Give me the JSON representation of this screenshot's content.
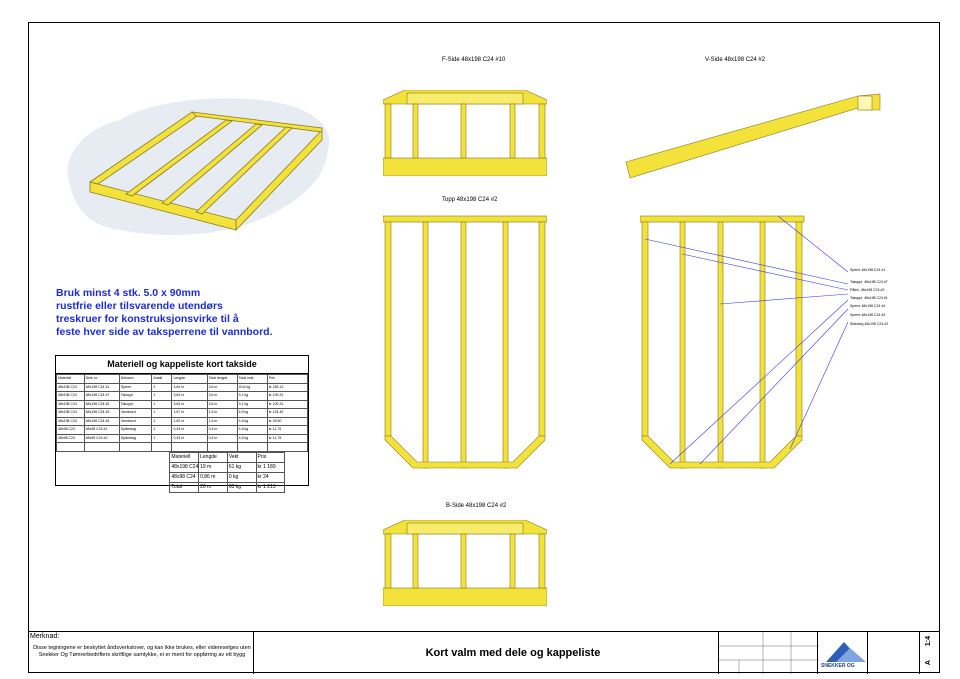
{
  "views": {
    "f_side": "F-Side 48x198 C24 #10",
    "v_side": "V-Side 48x198 C24 #2",
    "topp": "Topp 48x198 C24 #2",
    "b_side": "B-Side 48x198 C24 #2"
  },
  "callouts": [
    "Sperre 48x198 C24 #1",
    "Takoppl. 48x198 C24 #7",
    "Pålek. 48x198 C24 #2",
    "Takoppl. 48x198 C24 #1",
    "Sperre 48x198 C24 #4",
    "Sperre 48x198 C24 #3",
    "Sideweg 48x198 C24 #2"
  ],
  "note_lines": [
    "Bruk minst 4 stk. 5.0 x 90mm",
    "rustfrie eller tilsvarende utendørs",
    "treskruer for konstruksjonsvirke til å",
    "feste hver side av taksperrene til vannbord."
  ],
  "material_table": {
    "title": "Materiell og kappeliste kort takside",
    "headers": [
      "Materiell",
      "Dele nr.",
      "Delnavn",
      "Antall",
      "Lengde",
      "Total lengde",
      "Total vekt",
      "Pris"
    ],
    "rows": [
      [
        "48x198 C24",
        "48x198 C24 #1",
        "Sperre",
        "3",
        "3,64 m",
        "3,6 m",
        "20,6 kg",
        "kr 189,13"
      ],
      [
        "48x198 C24",
        "48x198 C24 #7",
        "Takoppl.",
        "1",
        "3,64 m",
        "3,6 m",
        "9,1 kg",
        "kr 109,31"
      ],
      [
        "48x198 C24",
        "48x198 C24 #2",
        "Takoppl.",
        "1",
        "3,64 m",
        "3,6 m",
        "9,1 kg",
        "kr 109,31"
      ],
      [
        "48x198 C24",
        "48x198 C24 #3",
        "Vannbord",
        "1",
        "1,57 m",
        "1,6 m",
        "6,9 kg",
        "kr 124,49"
      ],
      [
        "48x198 C24",
        "48x198 C24 #4",
        "Vannbord",
        "1",
        "1,62 m",
        "1,6 m",
        "4,6 kg",
        "kr 39,50"
      ],
      [
        "48x98 C24",
        "48x98 C24 #1",
        "Spikeslag",
        "1",
        "0,43 m",
        "0,4 m",
        "4,6 kg",
        "kr 11,75"
      ],
      [
        "48x98 C24",
        "48x98 C24 #2",
        "Spikeslag",
        "1",
        "0,43 m",
        "0,4 m",
        "4,6 kg",
        "kr 11,75"
      ]
    ],
    "summary_headers": [
      "Materiell",
      "Lengde",
      "Vekt",
      "Pris"
    ],
    "summary_rows": [
      [
        "48x198 C24",
        "19 m",
        "61 kg",
        "kr 1 189"
      ],
      [
        "48x98 C24",
        "0,86 m",
        "0 kg",
        "kr 24"
      ],
      [
        "Total",
        "20 m",
        "63 kg",
        "kr 1 213"
      ]
    ]
  },
  "titleblock": {
    "merknad_label": "Merknad:",
    "merknad_text": "Disse tegningene er beskyttet åndsverkslover, og kan ikke brukes, eller videreselges uten Snekker Og Tømrerbedrifters skriftlige samtykke, ei er ment for oppføring av ett bygg",
    "drawing_title": "Kort valm med dele og kappeliste",
    "company_name": "SNEKKER OG",
    "scale": "1:4",
    "revision": "A"
  },
  "colors": {
    "timber": "#f2e23a",
    "timber_stroke": "#8a7a22",
    "note": "#1d2bd6",
    "callout": "#3c3ce6"
  }
}
